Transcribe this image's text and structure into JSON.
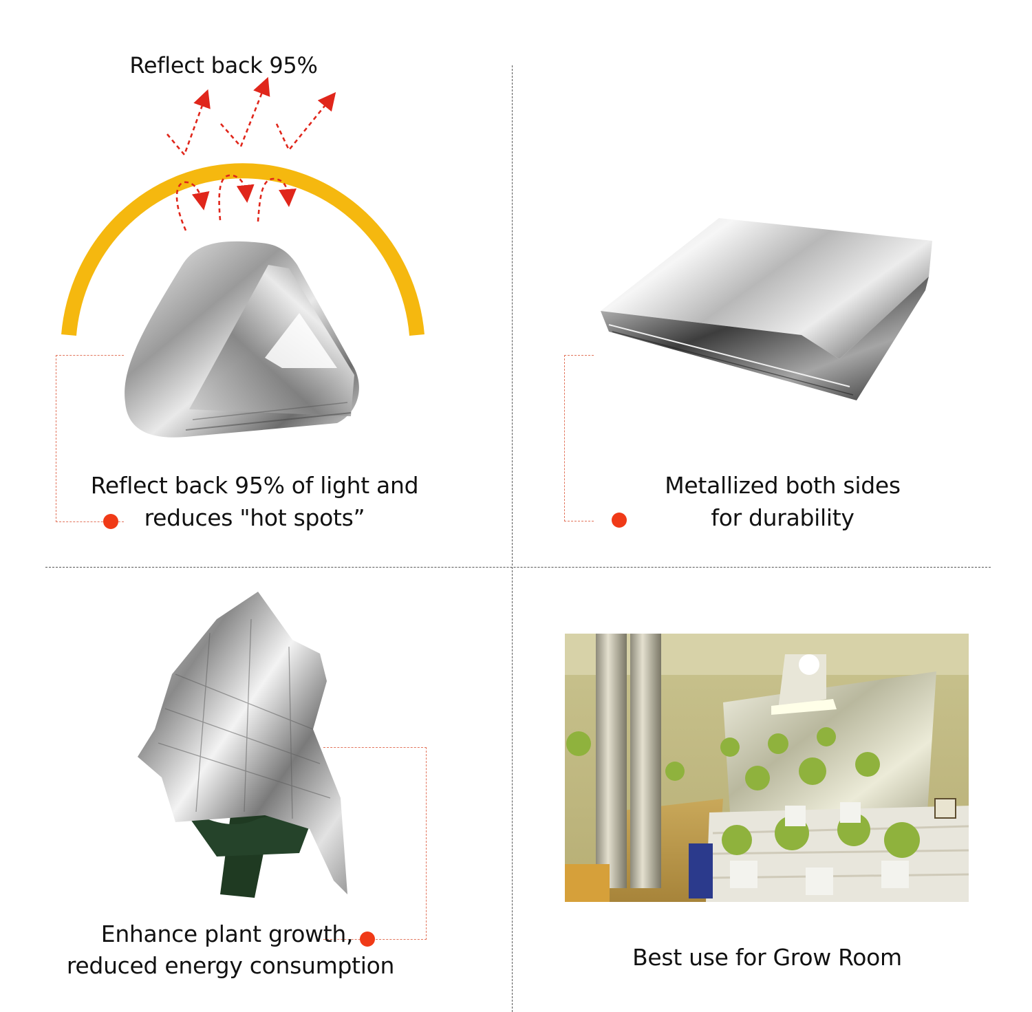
{
  "panels": {
    "top_left": {
      "heading": "Reflect back 95%",
      "caption_line1": "Reflect back 95% of light and",
      "caption_line2": "reduces \"hot spots”",
      "image": "folded-mylar-film-triangle"
    },
    "top_right": {
      "caption_line1": "Metallized both sides",
      "caption_line2": "for durability",
      "image": "folded-mylar-sheet-flat"
    },
    "bottom_left": {
      "caption_line1": "Enhance plant growth,",
      "caption_line2": "reduced energy consumption",
      "image": "mylar-covering-plant"
    },
    "bottom_right": {
      "caption": "Best use for Grow Room",
      "image": "grow-room-photo"
    }
  },
  "colors": {
    "arc": "#f5b80f",
    "arrow": "#e0261b",
    "dot": "#f03a17",
    "leader": "#e2735a",
    "divider": "#555555"
  }
}
